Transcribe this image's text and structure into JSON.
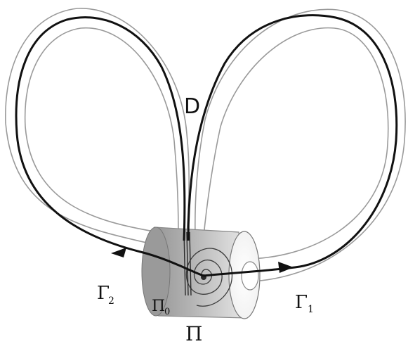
{
  "labels": {
    "region": "D",
    "gamma_right": "Γ",
    "gamma_right_sub": "1",
    "gamma_left": "Γ",
    "gamma_left_sub": "2",
    "pi_inner": "Π",
    "pi_inner_sub": "0",
    "pi_outer": "Π"
  },
  "colors": {
    "curve": "#111111",
    "tube_edge": "#9a9a9a",
    "cylinder_dark": "#8f8f8f",
    "cylinder_light": "#e6e6e6"
  }
}
